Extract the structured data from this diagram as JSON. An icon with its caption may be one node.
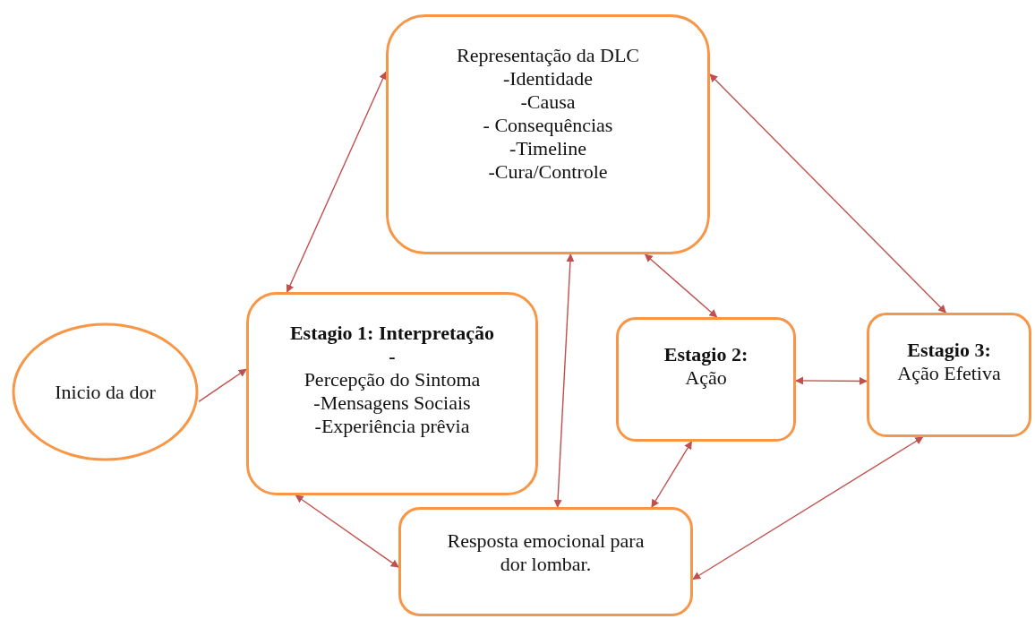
{
  "diagram": {
    "nodes": [
      {
        "text": [
          "Representação da DLC",
          "-Identidade",
          "-Causa",
          "- Consequências",
          "-Timeline",
          "-Cura/Controle"
        ]
      },
      {
        "text": [
          "Inicio da dor"
        ]
      },
      {
        "text": [
          "Estagio 1: Interpretação -",
          "Percepção do Sintoma",
          "-Mensagens Sociais",
          "-Experiência prêvia"
        ]
      },
      {
        "text": [
          "Estagio 2:",
          "Ação"
        ]
      },
      {
        "text": [
          "Estagio 3:",
          "Ação Efetiva"
        ]
      },
      {
        "text": [
          "Resposta emocional para dor lombar."
        ]
      }
    ],
    "edges": [
      {
        "from": 1,
        "to": 2,
        "arrow": "to"
      },
      {
        "from": 0,
        "to": 2,
        "arrow": "both"
      },
      {
        "from": 0,
        "to": 5,
        "arrow": "both"
      },
      {
        "from": 0,
        "to": 3,
        "arrow": "both"
      },
      {
        "from": 0,
        "to": 4,
        "arrow": "both"
      },
      {
        "from": 3,
        "to": 4,
        "arrow": "both"
      },
      {
        "from": 2,
        "to": 5,
        "arrow": "both"
      },
      {
        "from": 3,
        "to": 5,
        "arrow": "both"
      },
      {
        "from": 4,
        "to": 5,
        "arrow": "both"
      }
    ]
  }
}
